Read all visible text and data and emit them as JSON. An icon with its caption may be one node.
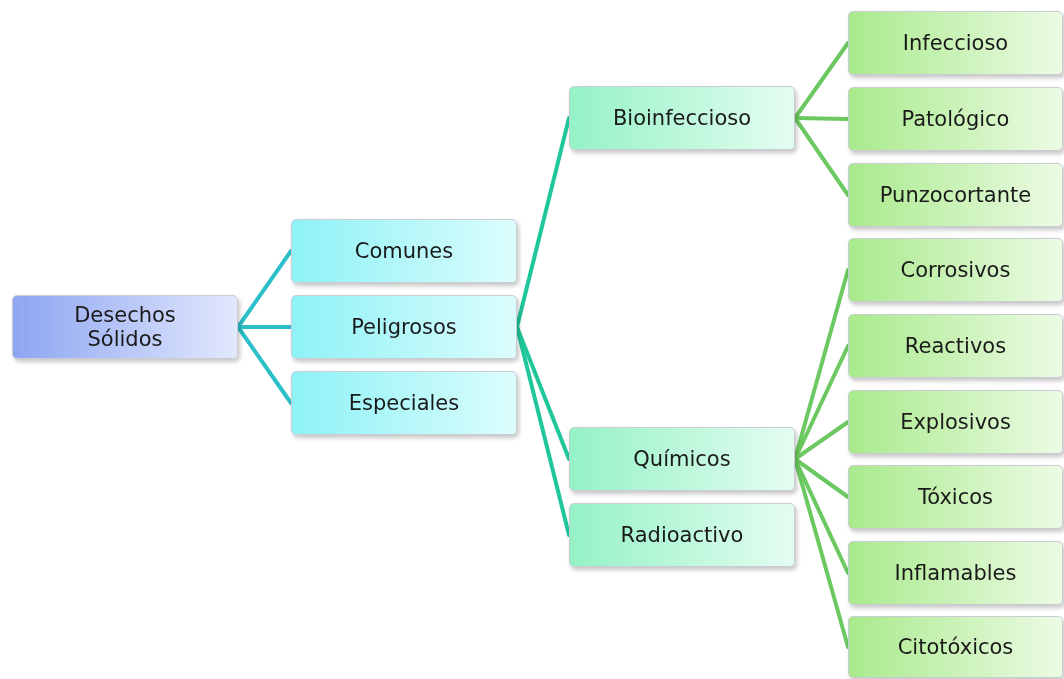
{
  "diagram": {
    "nodes": [
      {
        "text": [
          "Desechos Sólidos"
        ]
      },
      {
        "text": [
          "Comunes"
        ]
      },
      {
        "text": [
          "Peligrosos"
        ]
      },
      {
        "text": [
          "Especiales"
        ]
      },
      {
        "text": [
          "Bioinfeccioso"
        ]
      },
      {
        "text": [
          "Químicos"
        ]
      },
      {
        "text": [
          "Radioactivo"
        ]
      },
      {
        "text": [
          "Infeccioso"
        ]
      },
      {
        "text": [
          "Patológico"
        ]
      },
      {
        "text": [
          "Punzocortante"
        ]
      },
      {
        "text": [
          "Corrosivos"
        ]
      },
      {
        "text": [
          "Reactivos"
        ]
      },
      {
        "text": [
          "Explosivos"
        ]
      },
      {
        "text": [
          "Tóxicos"
        ]
      },
      {
        "text": [
          "Inflamables"
        ]
      },
      {
        "text": [
          "Citotóxicos"
        ]
      }
    ],
    "edges": [
      {
        "from": 0,
        "to": 1,
        "arrow": "none",
        "color": "#2bbfc8"
      },
      {
        "from": 0,
        "to": 2,
        "arrow": "none",
        "color": "#2bbfc8"
      },
      {
        "from": 0,
        "to": 3,
        "arrow": "none",
        "color": "#2bbfc8"
      },
      {
        "from": 2,
        "to": 4,
        "arrow": "none",
        "color": "#1fc79a"
      },
      {
        "from": 2,
        "to": 5,
        "arrow": "none",
        "color": "#1fc79a"
      },
      {
        "from": 2,
        "to": 6,
        "arrow": "none",
        "color": "#1fc79a"
      },
      {
        "from": 4,
        "to": 7,
        "arrow": "none"
      },
      {
        "from": 4,
        "to": 8,
        "arrow": "none"
      },
      {
        "from": 4,
        "to": 9,
        "arrow": "none"
      },
      {
        "from": 5,
        "to": 10,
        "arrow": "none"
      },
      {
        "from": 5,
        "to": 11,
        "arrow": "none"
      },
      {
        "from": 5,
        "to": 12,
        "arrow": "none"
      },
      {
        "from": 5,
        "to": 13,
        "arrow": "none"
      },
      {
        "from": 5,
        "to": 14,
        "arrow": "none"
      },
      {
        "from": 5,
        "to": 15,
        "arrow": "none"
      }
    ]
  }
}
